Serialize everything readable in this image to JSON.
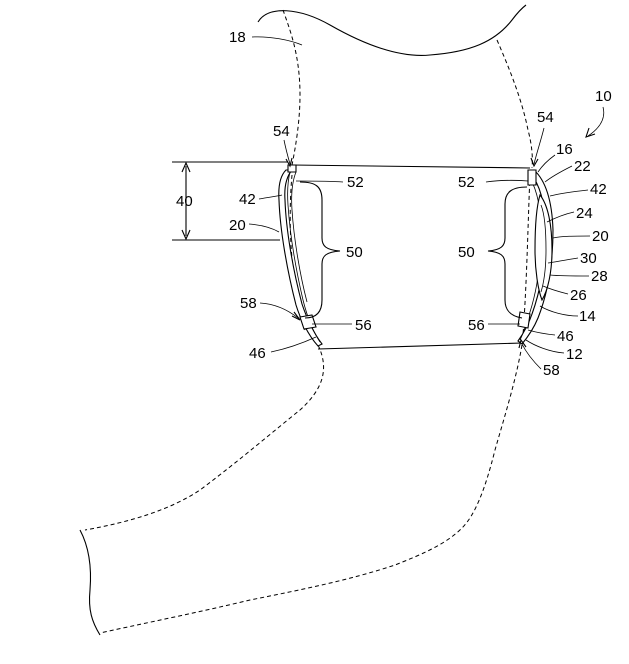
{
  "figure": {
    "labels": {
      "l10": "10",
      "l12": "12",
      "l14": "14",
      "l16": "16",
      "l18": "18",
      "l20a": "20",
      "l20b": "20",
      "l22": "22",
      "l24": "24",
      "l26": "26",
      "l28": "28",
      "l30": "30",
      "l40": "40",
      "l42a": "42",
      "l42b": "42",
      "l46a": "46",
      "l46b": "46",
      "l50a": "50",
      "l50b": "50",
      "l52a": "52",
      "l52b": "52",
      "l54a": "54",
      "l54b": "54",
      "l56a": "56",
      "l56b": "56",
      "l58a": "58",
      "l58b": "58"
    }
  }
}
